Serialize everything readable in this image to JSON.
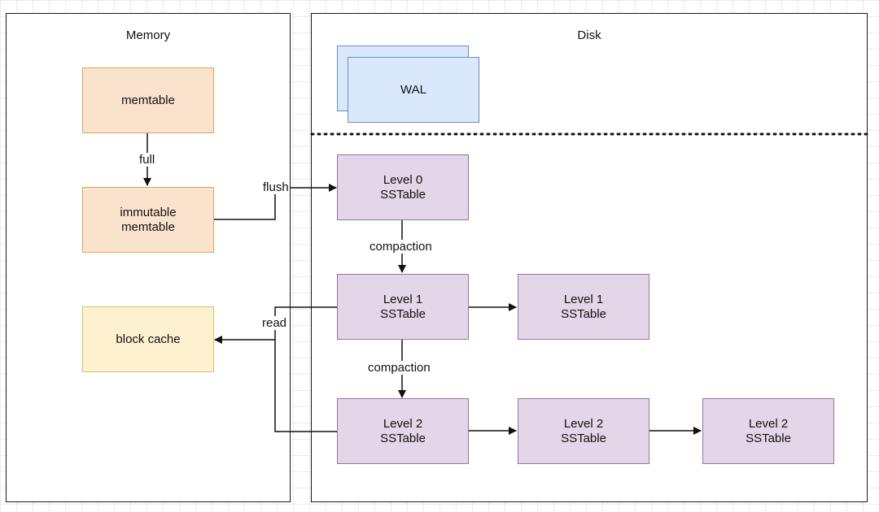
{
  "colors": {
    "memtable_fill": "#fae3cd",
    "memtable_stroke": "#dba65a",
    "cache_fill": "#fdf1cf",
    "cache_stroke": "#d8bf70",
    "wal_fill": "#dae8fc",
    "wal_stroke": "#6c8ebf",
    "sstable_fill": "#e2d6e8",
    "sstable_stroke": "#9a739f",
    "line": "#111111"
  },
  "panels": {
    "memory": {
      "title": "Memory"
    },
    "disk": {
      "title": "Disk"
    }
  },
  "nodes": {
    "memtable": "memtable",
    "immutable_memtable": "immutable\nmemtable",
    "block_cache": "block cache",
    "wal": "WAL",
    "level0": "Level 0\nSSTable",
    "level1_a": "Level 1\nSSTable",
    "level1_b": "Level 1\nSSTable",
    "level2_a": "Level 2\nSSTable",
    "level2_b": "Level 2\nSSTable",
    "level2_c": "Level 2\nSSTable"
  },
  "edges": {
    "full": "full",
    "flush": "flush",
    "compaction_0_1": "compaction",
    "compaction_1_2": "compaction",
    "read": "read"
  }
}
